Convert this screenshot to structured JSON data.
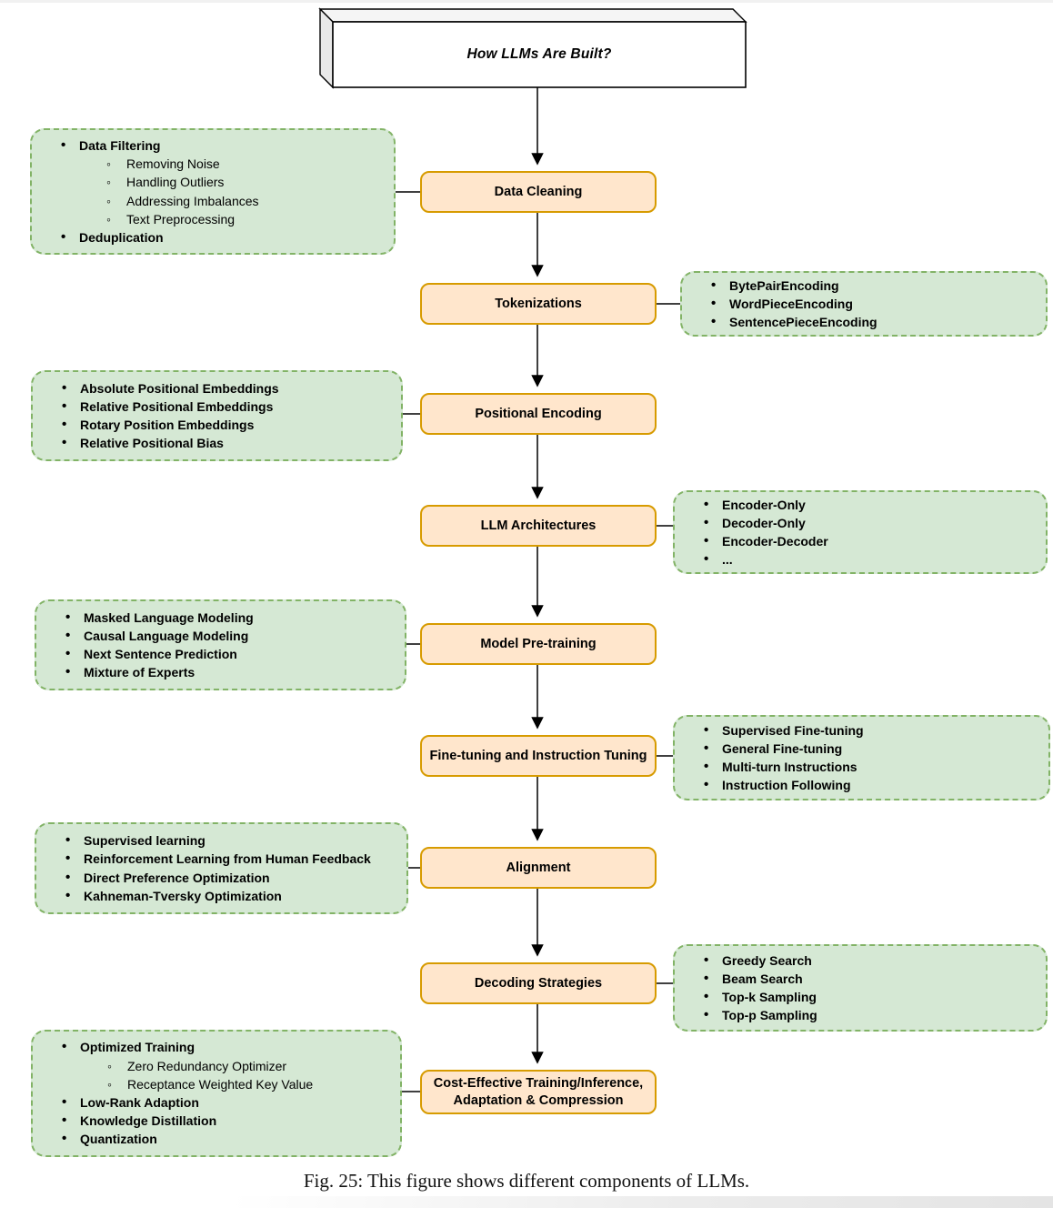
{
  "title": "How LLMs Are Built?",
  "caption": "Fig. 25: This figure shows different components of LLMs.",
  "colors": {
    "stage_fill": "#ffe6cc",
    "stage_border": "#d79b00",
    "note_fill": "#d5e8d4",
    "note_border": "#82b366",
    "connector": "#000000"
  },
  "stages": [
    {
      "label": "Data Cleaning"
    },
    {
      "label": "Tokenizations"
    },
    {
      "label": "Positional Encoding"
    },
    {
      "label": "LLM Architectures"
    },
    {
      "label": "Model Pre-training"
    },
    {
      "label": "Fine-tuning and Instruction Tuning"
    },
    {
      "label": "Alignment"
    },
    {
      "label": "Decoding Strategies"
    },
    {
      "label": "Cost-Effective Training/Inference, Adaptation & Compression"
    }
  ],
  "notes": [
    {
      "for": "Data Cleaning",
      "side": "left",
      "items": [
        "Data Filtering",
        "Removing Noise",
        "Handling Outliers",
        "Addressing Imbalances",
        "Text Preprocessing",
        "Deduplication"
      ]
    },
    {
      "for": "Tokenizations",
      "side": "right",
      "items": [
        "BytePairEncoding",
        "WordPieceEncoding",
        "SentencePieceEncoding"
      ]
    },
    {
      "for": "Positional Encoding",
      "side": "left",
      "items": [
        "Absolute Positional Embeddings",
        "Relative Positional Embeddings",
        "Rotary Position Embeddings",
        "Relative Positional Bias"
      ]
    },
    {
      "for": "LLM Architectures",
      "side": "right",
      "items": [
        "Encoder-Only",
        "Decoder-Only",
        "Encoder-Decoder",
        "..."
      ]
    },
    {
      "for": "Model Pre-training",
      "side": "left",
      "items": [
        "Masked Language Modeling",
        "Causal Language Modeling",
        "Next Sentence Prediction",
        "Mixture of Experts"
      ]
    },
    {
      "for": "Fine-tuning and Instruction Tuning",
      "side": "right",
      "items": [
        "Supervised Fine-tuning",
        "General Fine-tuning",
        "Multi-turn Instructions",
        "Instruction Following"
      ]
    },
    {
      "for": "Alignment",
      "side": "left",
      "items": [
        "Supervised learning",
        "Reinforcement Learning from Human Feedback",
        "Direct Preference Optimization",
        "Kahneman-Tversky Optimization"
      ]
    },
    {
      "for": "Decoding Strategies",
      "side": "right",
      "items": [
        "Greedy Search",
        "Beam Search",
        "Top-k Sampling",
        "Top-p Sampling"
      ]
    },
    {
      "for": "Cost-Effective Training/Inference, Adaptation & Compression",
      "side": "left",
      "items": [
        "Optimized Training",
        "Zero Redundancy Optimizer",
        "Receptance Weighted Key Value",
        "Low-Rank Adaption",
        "Knowledge Distillation",
        "Quantization"
      ]
    }
  ]
}
